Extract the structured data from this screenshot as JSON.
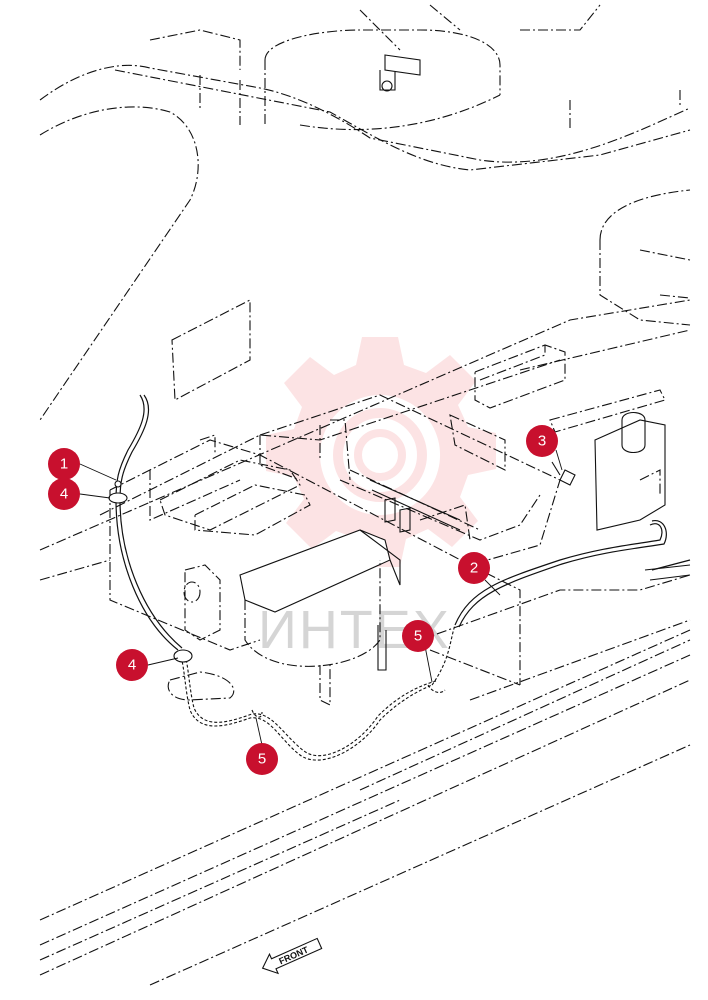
{
  "watermark": {
    "text": "ИНТЕХ",
    "color": "#e8232f"
  },
  "callouts": [
    {
      "number": "1",
      "target": "hose-fitting"
    },
    {
      "number": "4",
      "target": "clamp-upper"
    },
    {
      "number": "3",
      "target": "bolt"
    },
    {
      "number": "2",
      "target": "washer-hose"
    },
    {
      "number": "5",
      "target": "clip-right"
    },
    {
      "number": "4",
      "target": "clamp-lower"
    },
    {
      "number": "5",
      "target": "clip-bottom"
    }
  ],
  "front_arrow": {
    "label": "FRONT"
  },
  "colors": {
    "callout": "#c8102e",
    "line": "#111111",
    "background": "#ffffff"
  }
}
